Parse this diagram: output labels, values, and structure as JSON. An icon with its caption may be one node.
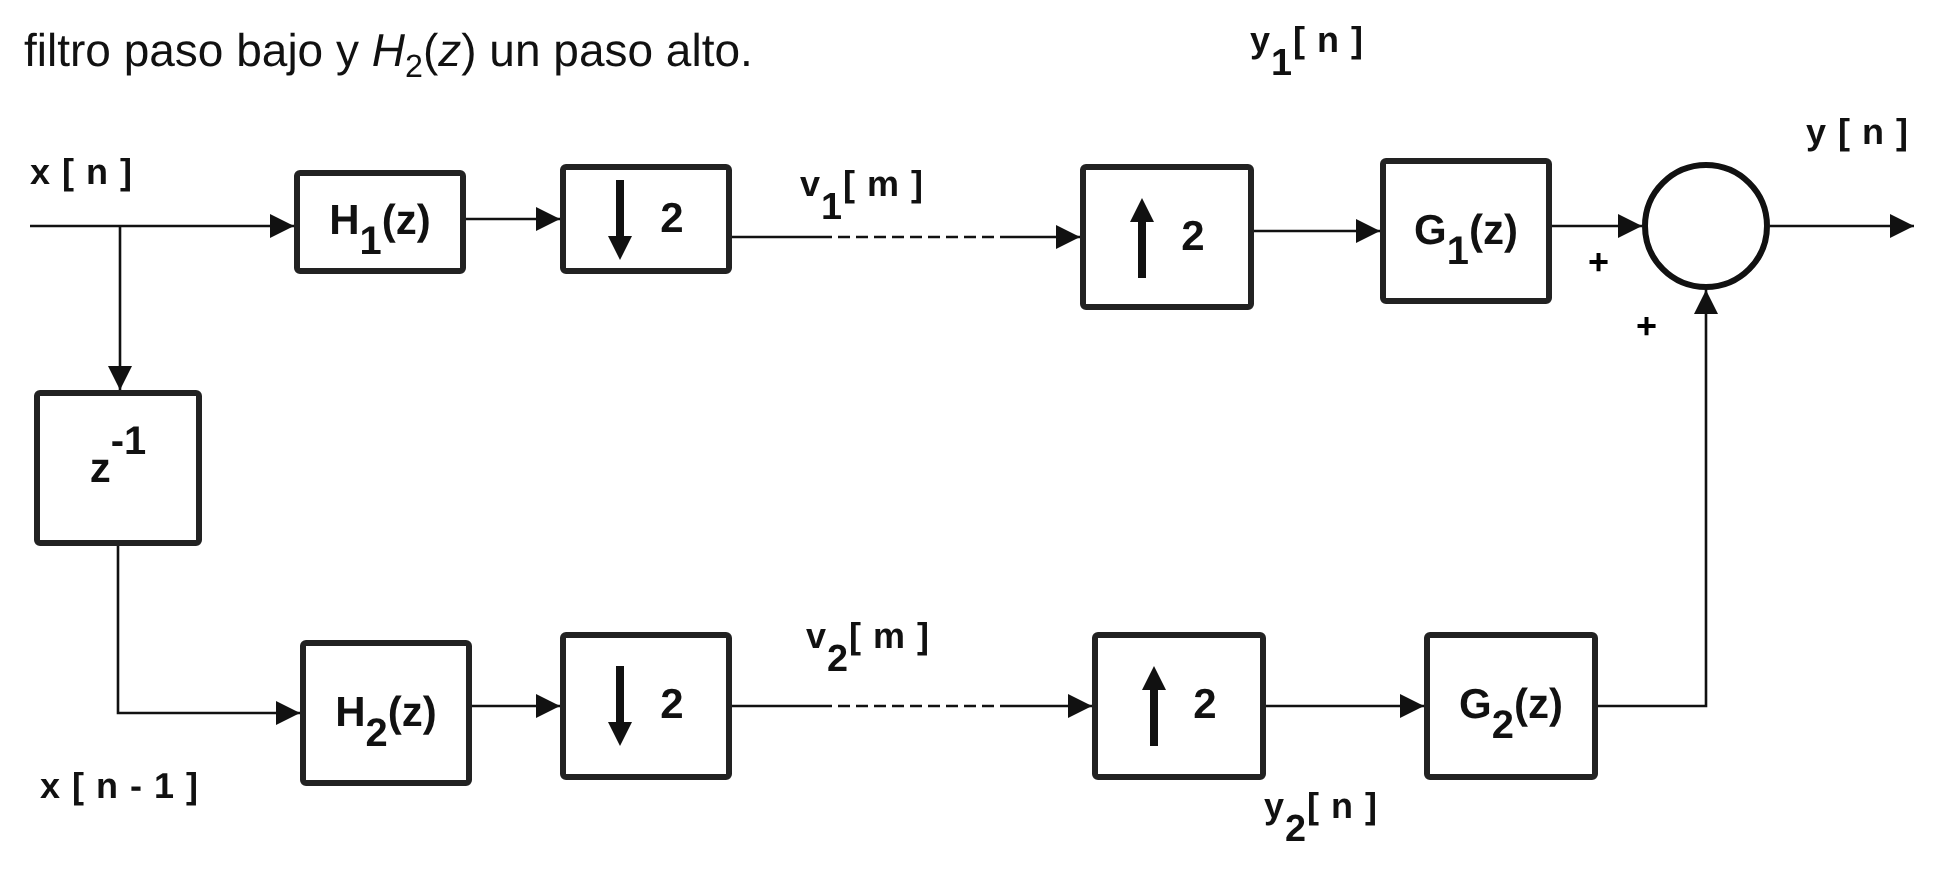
{
  "diagram": {
    "nodes": [
      {
        "text": [
          "H$_{1}$(z)"
        ]
      },
      {
        "text": [
          "2"
        ]
      },
      {
        "text": [
          "2"
        ]
      },
      {
        "text": [
          "G$_{1}$(z)"
        ]
      },
      {
        "text": [],
        "shape": "circle"
      },
      {
        "text": [
          "z$^{-1}$"
        ]
      },
      {
        "text": [
          "H$_{2}$(z)"
        ]
      },
      {
        "text": [
          "2"
        ]
      },
      {
        "text": [
          "2"
        ]
      },
      {
        "text": [
          "G$_{2}$(z)"
        ]
      }
    ],
    "edges": [
      {
        "from": null,
        "to": 0,
        "arrow": "to"
      },
      {
        "from": null,
        "to": 5,
        "arrow": "to"
      },
      {
        "from": 5,
        "to": 6,
        "arrow": "to"
      },
      {
        "from": 0,
        "to": 1,
        "arrow": "to"
      },
      {
        "from": 1,
        "to": 2,
        "arrow": "to",
        "style": "dashed"
      },
      {
        "from": 2,
        "to": 3,
        "arrow": "to"
      },
      {
        "from": 3,
        "to": 4,
        "arrow": "to",
        "label": "+"
      },
      {
        "from": 4,
        "to": null,
        "arrow": "to"
      },
      {
        "from": 6,
        "to": 7,
        "arrow": "to"
      },
      {
        "from": 7,
        "to": 8,
        "arrow": "to",
        "style": "dashed"
      },
      {
        "from": 8,
        "to": 9,
        "arrow": "to"
      },
      {
        "from": 9,
        "to": 4,
        "arrow": "to",
        "label": "+"
      }
    ],
    "labels": [
      "filtro paso bajo y *H*$_{2}$(*z*) un paso alto.",
      "y$_{1}$[ n ]",
      "y [ n ]",
      "x [ n ]",
      "v$_{1}$[ m ]",
      "v$_{2}$[ m ]",
      "x [ n - 1 ]",
      "y$_{2}$[ n ]"
    ]
  }
}
